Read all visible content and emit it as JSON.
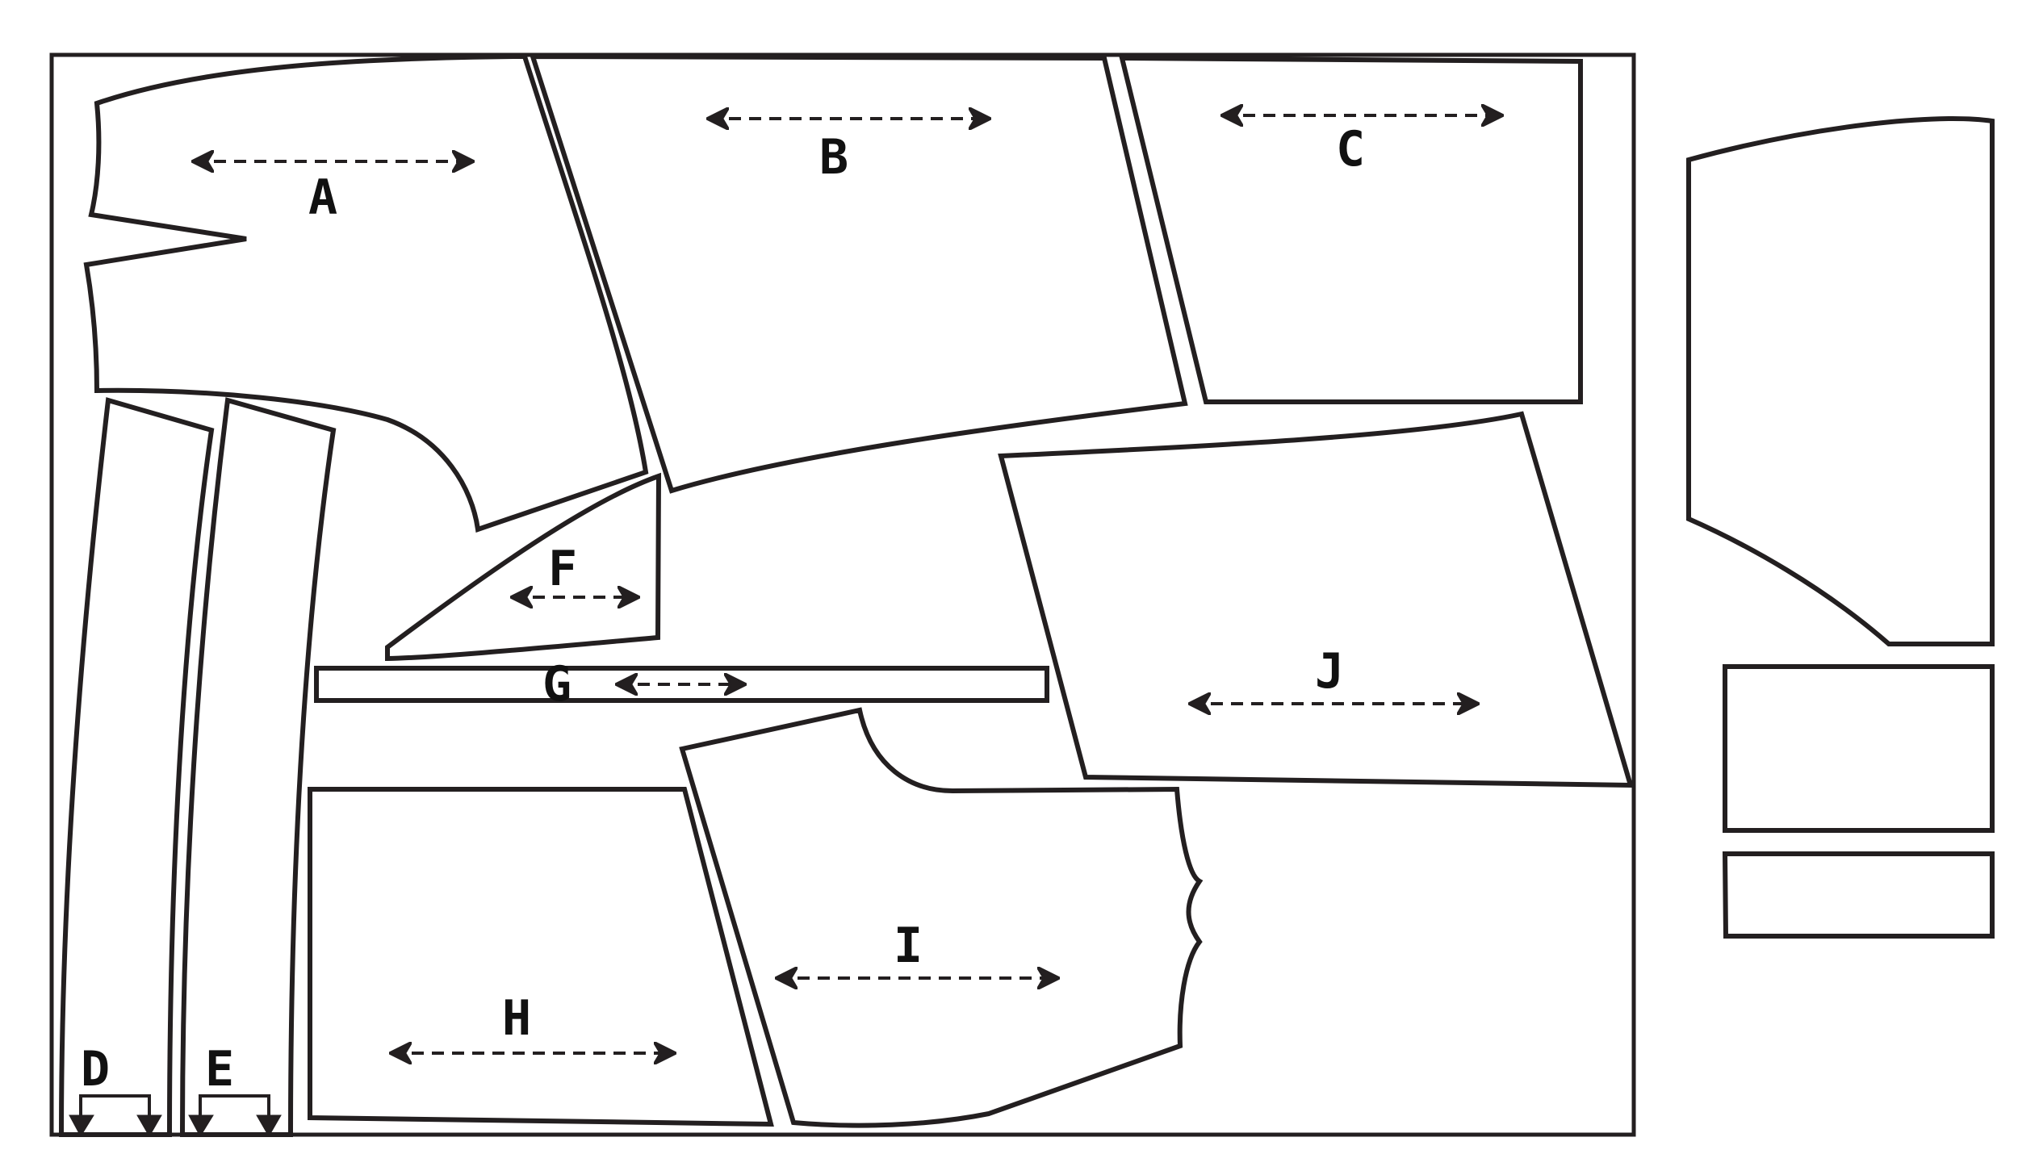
{
  "diagram": {
    "pieces": [
      {
        "id": "A",
        "label": "A",
        "grainline": true
      },
      {
        "id": "B",
        "label": "B",
        "grainline": true
      },
      {
        "id": "C",
        "label": "C",
        "grainline": true
      },
      {
        "id": "D",
        "label": "D",
        "grainline": false,
        "fold_marker": true
      },
      {
        "id": "E",
        "label": "E",
        "grainline": false,
        "fold_marker": true
      },
      {
        "id": "F",
        "label": "F",
        "grainline": true
      },
      {
        "id": "G",
        "label": "G",
        "grainline": true
      },
      {
        "id": "H",
        "label": "H",
        "grainline": true
      },
      {
        "id": "I",
        "label": "I",
        "grainline": true
      },
      {
        "id": "J",
        "label": "J",
        "grainline": true
      }
    ],
    "unplaced_pieces": 3,
    "colors": {
      "stroke": "#231f20",
      "fill": "#ffffff",
      "label": "#111111"
    }
  }
}
